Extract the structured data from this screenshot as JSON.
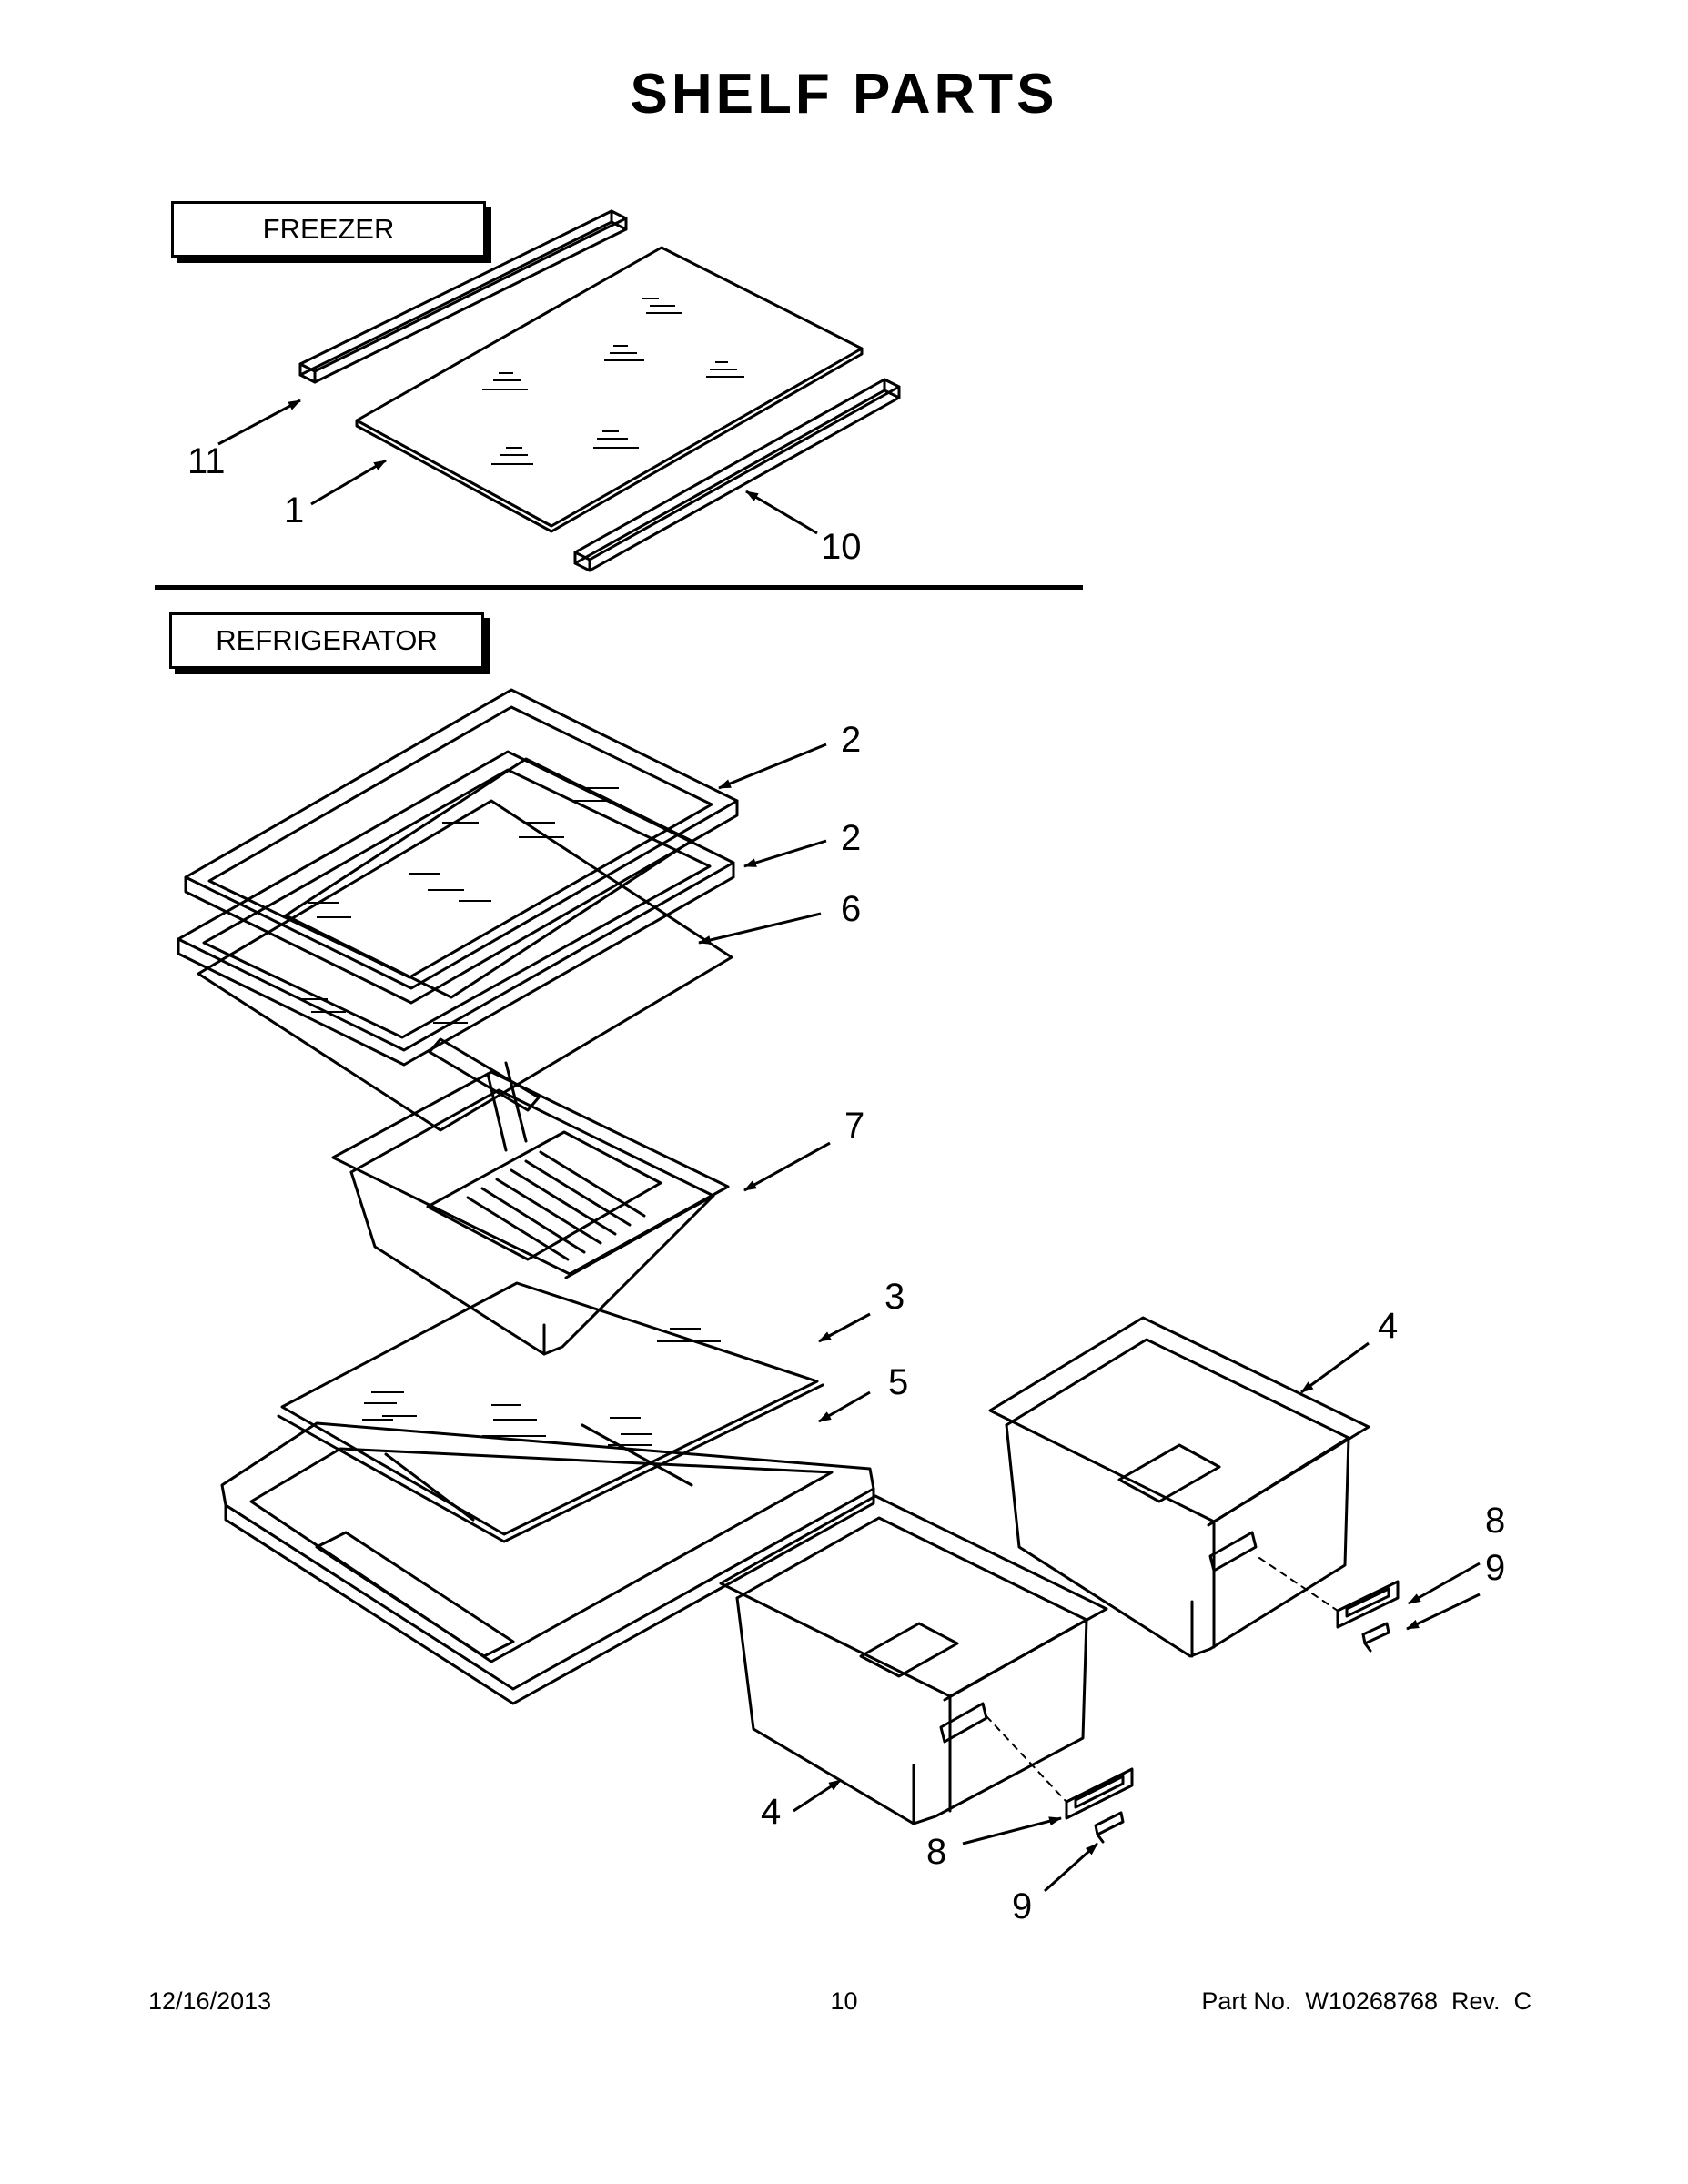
{
  "title": "SHELF PARTS",
  "sections": {
    "freezer": "FREEZER",
    "refrigerator": "REFRIGERATOR"
  },
  "callouts": {
    "freezer": [
      "11",
      "1",
      "10"
    ],
    "refrigerator": [
      "2",
      "2",
      "6",
      "7",
      "3",
      "5",
      "4",
      "8",
      "9",
      "4",
      "8",
      "9"
    ]
  },
  "footer": {
    "date": "12/16/2013",
    "page": "10",
    "part": "Part No.  W10268768  Rev.  C"
  }
}
